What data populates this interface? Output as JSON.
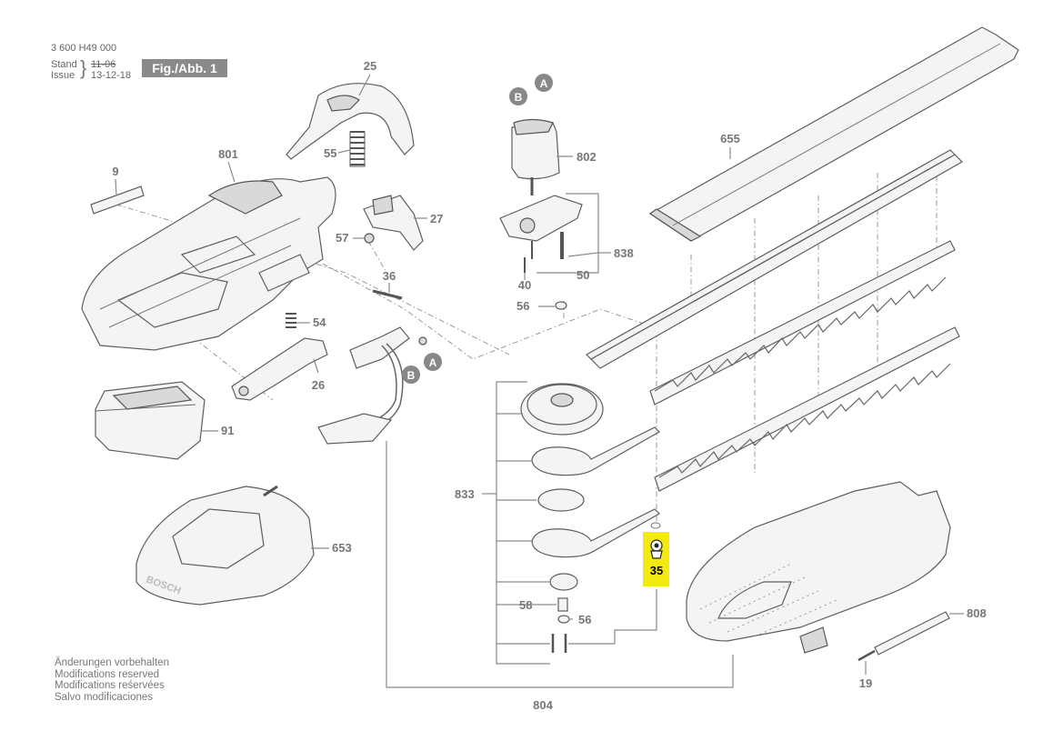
{
  "header": {
    "doc_number": "3 600 H49 000",
    "stand_label": "Stand",
    "issue_label": "Issue",
    "old_date": "11-06",
    "new_date": "13-12-18",
    "figure_label": "Fig./Abb. 1"
  },
  "notes": [
    "Änderungen vorbehalten",
    "Modifications reserved",
    "Modifications reśervées",
    "Salvo modificaciones"
  ],
  "callouts": {
    "A": "A",
    "B": "B"
  },
  "highlight_color": "#f3ea12",
  "parts": {
    "p25": "25",
    "p55": "55",
    "p801": "801",
    "p9": "9",
    "p27": "27",
    "p57": "57",
    "p36": "36",
    "p54": "54",
    "p26": "26",
    "p91": "91",
    "p653": "653",
    "p802": "802",
    "p838": "838",
    "p50": "50",
    "p40": "40",
    "p56a": "56",
    "p655": "655",
    "p833": "833",
    "p58": "58",
    "p56b": "56",
    "p35": "35",
    "p808": "808",
    "p19": "19",
    "p804": "804"
  }
}
